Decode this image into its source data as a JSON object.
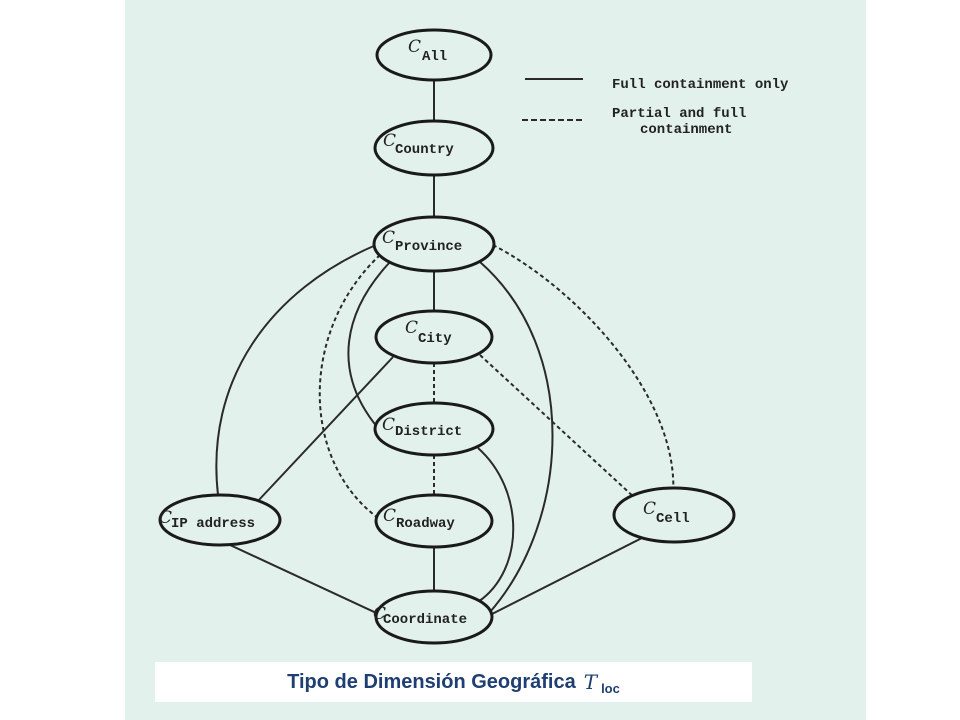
{
  "diagram": {
    "category_symbol": "C",
    "nodes": [
      {
        "id": "all",
        "label": "All"
      },
      {
        "id": "country",
        "label": "Country"
      },
      {
        "id": "province",
        "label": "Province"
      },
      {
        "id": "city",
        "label": "City"
      },
      {
        "id": "district",
        "label": "District"
      },
      {
        "id": "ip",
        "label": "IP address"
      },
      {
        "id": "roadway",
        "label": "Roadway"
      },
      {
        "id": "cell",
        "label": "Cell"
      },
      {
        "id": "coordinate",
        "label": "Coordinate"
      }
    ],
    "edges": [
      {
        "from": "all",
        "to": "country",
        "type": "full"
      },
      {
        "from": "country",
        "to": "province",
        "type": "full"
      },
      {
        "from": "province",
        "to": "city",
        "type": "full"
      },
      {
        "from": "province",
        "to": "ip",
        "type": "full"
      },
      {
        "from": "province",
        "to": "district",
        "type": "full"
      },
      {
        "from": "province",
        "to": "coordinate",
        "type": "full"
      },
      {
        "from": "province",
        "to": "roadway",
        "type": "partial"
      },
      {
        "from": "province",
        "to": "cell",
        "type": "partial"
      },
      {
        "from": "city",
        "to": "district",
        "type": "partial"
      },
      {
        "from": "city",
        "to": "ip",
        "type": "full"
      },
      {
        "from": "city",
        "to": "cell",
        "type": "partial"
      },
      {
        "from": "district",
        "to": "roadway",
        "type": "partial"
      },
      {
        "from": "district",
        "to": "coordinate",
        "type": "full"
      },
      {
        "from": "roadway",
        "to": "coordinate",
        "type": "full"
      },
      {
        "from": "ip",
        "to": "coordinate",
        "type": "full"
      },
      {
        "from": "cell",
        "to": "coordinate",
        "type": "full"
      }
    ]
  },
  "legend": {
    "full_label": "Full containment only",
    "partial_line1": "Partial and full",
    "partial_line2": "containment"
  },
  "caption": {
    "text": "Tipo de Dimensión Geográfica",
    "symbol": "T",
    "subscript": "loc"
  },
  "colors": {
    "background": "#e3f1ec",
    "caption_text": "#1f3f72",
    "line": "#2a2a2a"
  }
}
